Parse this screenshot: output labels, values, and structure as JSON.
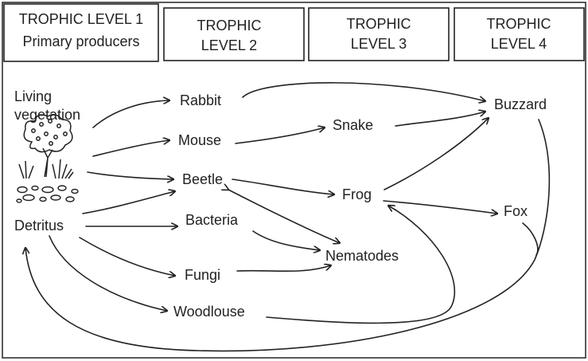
{
  "levels": [
    {
      "line1": "TROPHIC LEVEL 1",
      "line2": "Primary producers"
    },
    {
      "line1": "TROPHIC",
      "line2": "LEVEL 2"
    },
    {
      "line1": "TROPHIC",
      "line2": "LEVEL 3"
    },
    {
      "line1": "TROPHIC",
      "line2": "LEVEL 4"
    }
  ],
  "organisms": {
    "living_vegetation": {
      "line1": "Living",
      "line2": "vegetation"
    },
    "detritus": "Detritus",
    "rabbit": "Rabbit",
    "mouse": "Mouse",
    "beetle": "Beetle",
    "bacteria": "Bacteria",
    "fungi": "Fungi",
    "woodlouse": "Woodlouse",
    "snake": "Snake",
    "frog": "Frog",
    "nematodes": "Nematodes",
    "buzzard": "Buzzard",
    "fox": "Fox"
  },
  "colors": {
    "ink": "#222222",
    "background": "#ffffff"
  },
  "icons": [
    "tree-icon",
    "grass-icon",
    "detritus-pebbles-icon"
  ]
}
